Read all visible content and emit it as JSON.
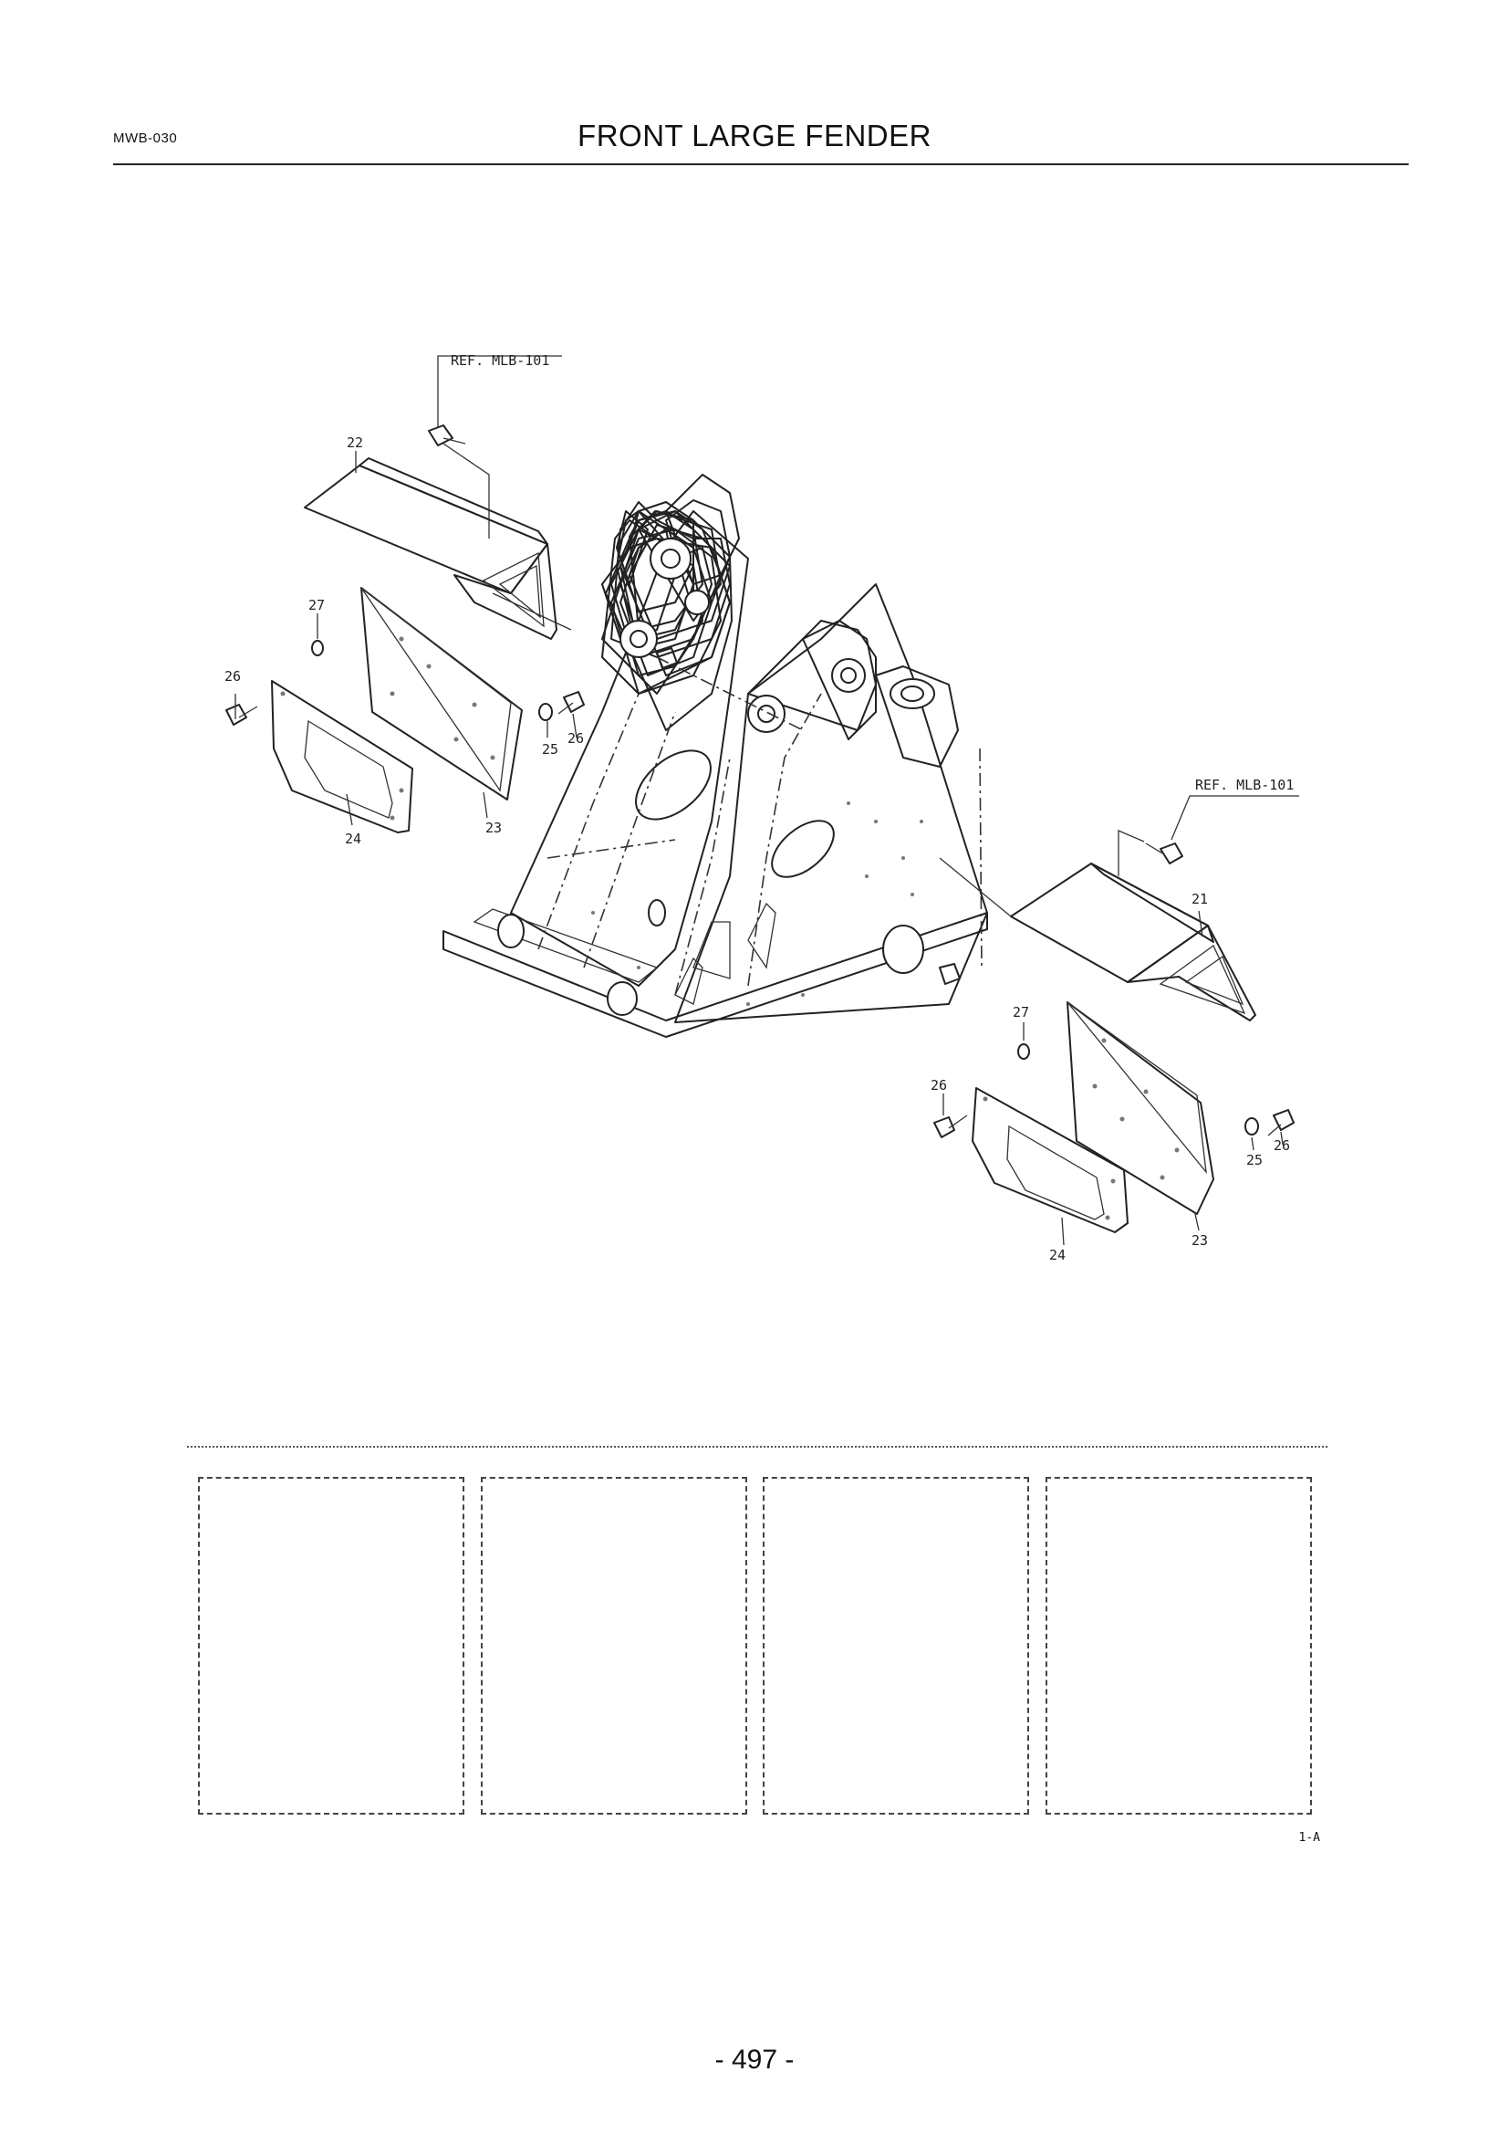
{
  "header": {
    "code": "MWB-030",
    "title": "FRONT LARGE FENDER"
  },
  "diagram": {
    "refs": {
      "top": "REF. MLB-101",
      "right": "REF. MLB-101"
    },
    "callouts": {
      "left_22": "22",
      "left_27": "27",
      "left_26": "26",
      "left_25b": "25",
      "left_26b": "26",
      "left_24": "24",
      "left_23": "23",
      "right_21": "21",
      "right_27": "27",
      "right_26": "26",
      "right_25b": "25",
      "right_26b": "26",
      "right_24": "24",
      "right_23": "23"
    }
  },
  "footer": {
    "figure_ref": "1-A",
    "page_number": "- 497 -"
  }
}
